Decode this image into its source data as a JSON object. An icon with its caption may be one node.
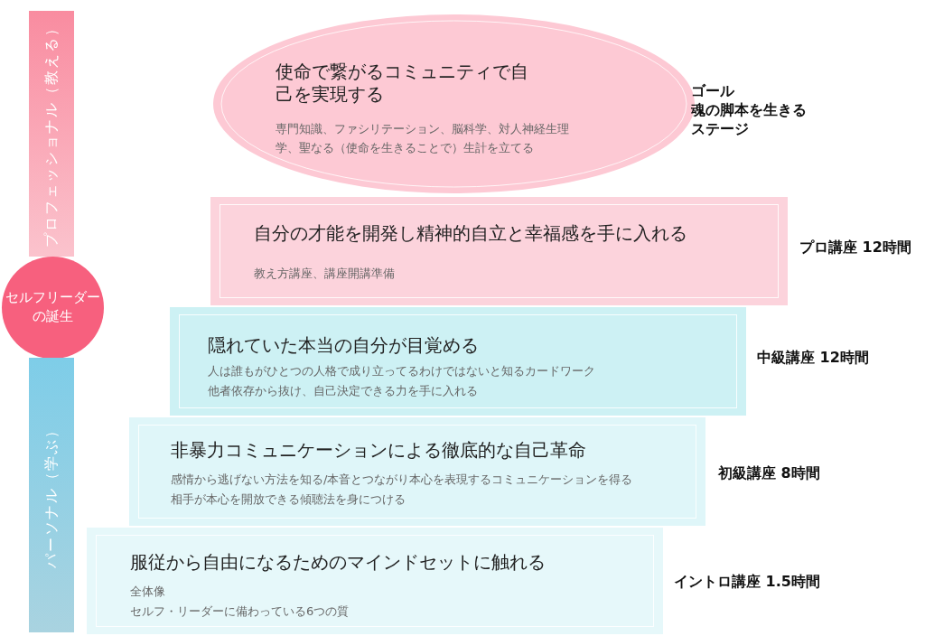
{
  "diagram": {
    "nodes": [
      {
        "text": [
          "プロフェッショナル（教える）"
        ]
      },
      {
        "text": [
          "セルフリーダーの誕生"
        ]
      },
      {
        "text": [
          "パーソナル（学ぶ）"
        ]
      },
      {
        "text": [
          "使命で繋がるコミュニティで自己を実現する",
          "専門知識、ファシリテーション、脳科学、対人神経生理学、聖なる（使命を生きることで）生計を立てる"
        ],
        "beside": [
          "ゴール",
          "魂の脚本を生きる",
          "ステージ"
        ]
      },
      {
        "text": [
          "自分の才能を開発し精神的自立と幸福感を手に入れる",
          "教え方講座、講座開講準備"
        ],
        "beside": [
          "プロ講座 12時間"
        ]
      },
      {
        "text": [
          "隠れていた本当の自分が目覚める",
          "人は誰もがひとつの人格で成り立ってるわけではないと知るカードワーク",
          "他者依存から抜け、自己決定できる力を手に入れる"
        ],
        "beside": [
          "中級講座  12時間"
        ]
      },
      {
        "text": [
          "非暴力コミュニケーションによる徹底的な自己革命",
          "感情から逃げない方法を知る/本音とつながり本心を表現するコミュニケーションを得る",
          "相手が本心を開放できる傾聴法を身につける"
        ],
        "beside": [
          "初級講座  8時間"
        ]
      },
      {
        "text": [
          "服従から自由になるためのマインドセットに触れる",
          "全体像",
          "セルフ・リーダーに備わっている6つの質"
        ],
        "beside": [
          "イントロ講座 1.5時間"
        ]
      }
    ],
    "edges": []
  }
}
